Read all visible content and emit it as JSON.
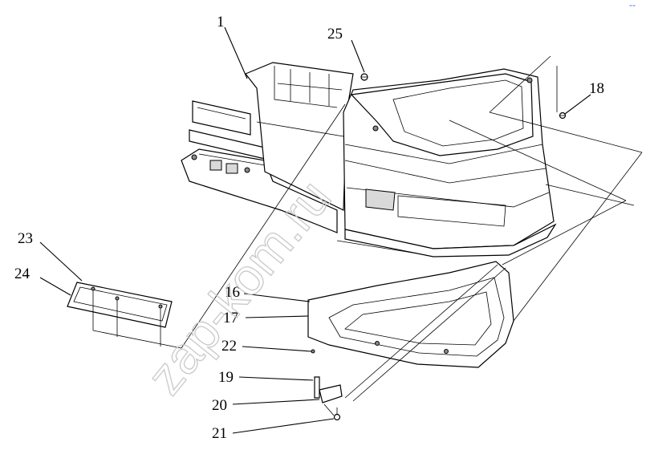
{
  "watermark": "zap-kom.ru",
  "corner_mark": "--",
  "callouts": [
    {
      "id": "1",
      "label": "1"
    },
    {
      "id": "25",
      "label": "25"
    },
    {
      "id": "18",
      "label": "18"
    },
    {
      "id": "23",
      "label": "23"
    },
    {
      "id": "24",
      "label": "24"
    },
    {
      "id": "16",
      "label": "16"
    },
    {
      "id": "17",
      "label": "17"
    },
    {
      "id": "22",
      "label": "22"
    },
    {
      "id": "19",
      "label": "19"
    },
    {
      "id": "20",
      "label": "20"
    },
    {
      "id": "21",
      "label": "21"
    }
  ],
  "colors": {
    "line": "#000000",
    "shade": "#d9d9d9",
    "watermark": "#c9c9c9",
    "corner_mark": "#3a6fd8"
  }
}
